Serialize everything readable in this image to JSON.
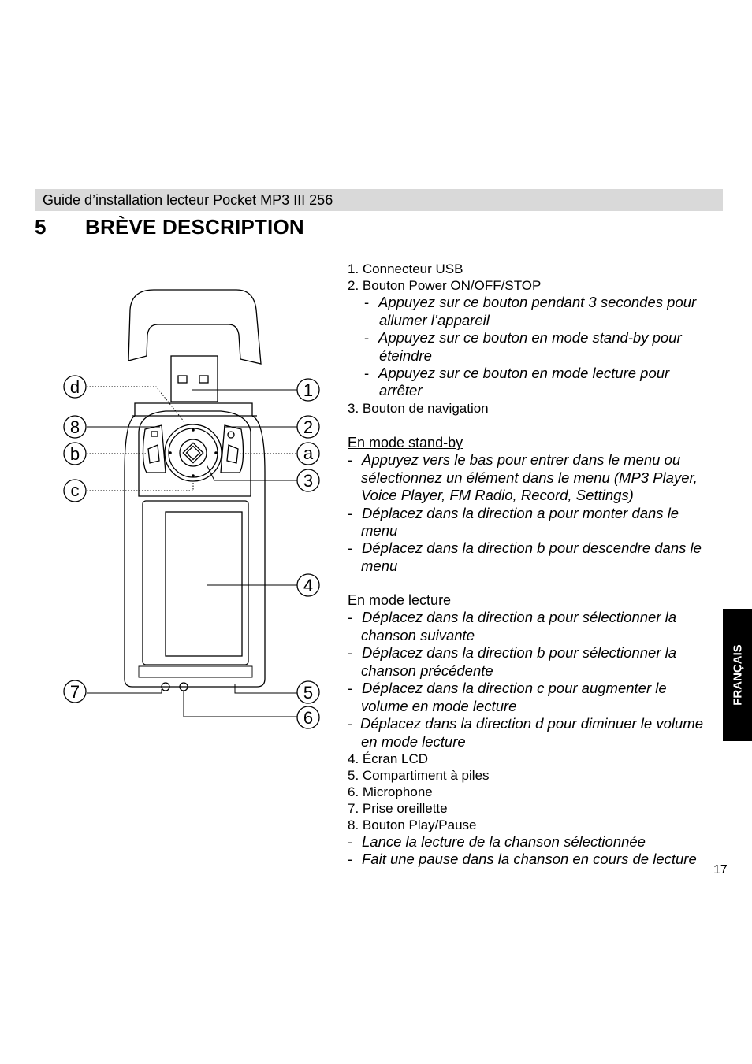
{
  "header": {
    "text": "Guide d’installation lecteur Pocket MP3 III 256"
  },
  "section": {
    "number": "5",
    "title": "BRÈVE DESCRIPTION"
  },
  "diagram_labels": {
    "n1": "1",
    "n2": "2",
    "n3": "3",
    "n4": "4",
    "n5": "5",
    "n6": "6",
    "n7": "7",
    "n8": "8",
    "a": "a",
    "b": "b",
    "c": "c",
    "d": "d"
  },
  "description": {
    "item1": "1. Connecteur USB",
    "item2": "2. Bouton Power ON/OFF/STOP",
    "item2_b1_l1": "Appuyez sur ce bouton pendant 3 secondes pour",
    "item2_b1_l2": "allumer l’appareil",
    "item2_b2_l1": "Appuyez sur ce bouton en mode stand-by pour",
    "item2_b2_l2": "éteindre",
    "item2_b3_l1": "Appuyez sur ce bouton en mode lecture pour",
    "item2_b3_l2": "arrêter",
    "item3": "3. Bouton de navigation",
    "standby_heading": "En mode stand-by",
    "sb1_l1": "Appuyez vers le bas pour entrer dans le menu ou",
    "sb1_l2": "sélectionnez un élément dans le menu (MP3 Player,",
    "sb1_l3": "Voice Player, FM Radio, Record, Settings)",
    "sb2_l1": "Déplacez dans la direction a pour monter dans le",
    "sb2_l2": "menu",
    "sb3_l1": "Déplacez dans la direction b pour descendre dans le",
    "sb3_l2": "menu",
    "play_heading": "En mode lecture",
    "pl1_l1": "Déplacez dans la direction a pour sélectionner la",
    "pl1_l2": "chanson suivante",
    "pl2_l1": "Déplacez dans la direction b pour sélectionner la",
    "pl2_l2": "chanson précédente",
    "pl3_l1": "Déplacez dans la direction c pour augmenter le",
    "pl3_l2": "volume en mode lecture",
    "pl4_l1": "Déplacez dans la direction d pour diminuer le volume",
    "pl4_l2": "en mode lecture",
    "item4": "4. Écran LCD",
    "item5": "5. Compartiment à piles",
    "item6": "6. Microphone",
    "item7": "7. Prise oreillette",
    "item8": "8. Bouton Play/Pause",
    "pp1": "Lance la lecture de la chanson sélectionnée",
    "pp2": "Fait une pause dans la chanson en cours de lecture"
  },
  "sidebar_tab": {
    "label": "FRANÇAIS"
  },
  "page": {
    "number": "17"
  }
}
